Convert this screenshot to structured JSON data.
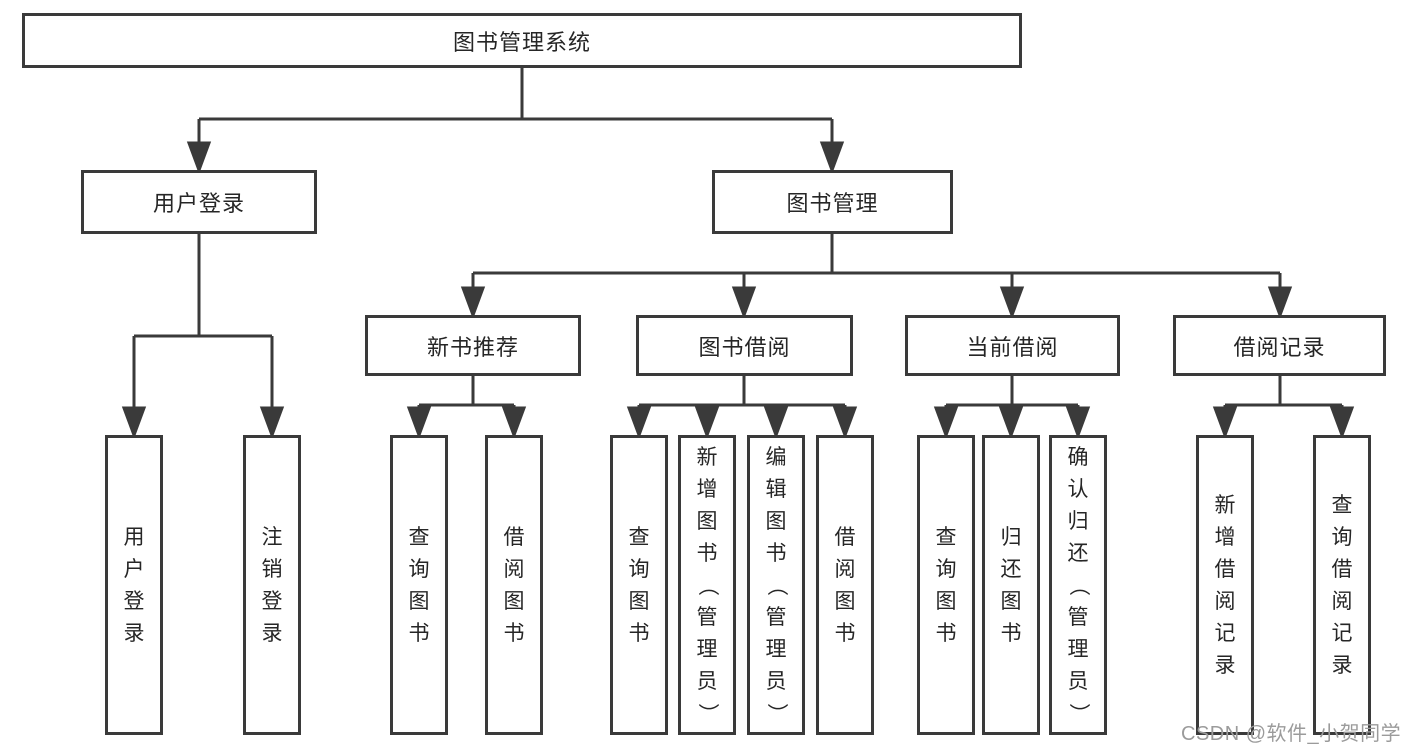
{
  "diagram": {
    "root": "图书管理系统",
    "level2": {
      "user_login": "用户登录",
      "book_management": "图书管理"
    },
    "level3": {
      "new_book_recommend": "新书推荐",
      "book_borrow": "图书借阅",
      "current_borrow": "当前借阅",
      "borrow_records": "借阅记录"
    },
    "leaves": {
      "user_login": [
        "用户登录",
        "注销登录"
      ],
      "new_book_recommend": [
        "查询图书",
        "借阅图书"
      ],
      "book_borrow": [
        "查询图书",
        "新增图书（管理员）",
        "编辑图书（管理员）",
        "借阅图书"
      ],
      "current_borrow": [
        "查询图书",
        "归还图书",
        "确认归还（管理员）"
      ],
      "borrow_records": [
        "新增借阅记录",
        "查询借阅记录"
      ]
    }
  },
  "watermark": {
    "text": "CSDN @软件_小贺同学"
  },
  "colors": {
    "line": "#3a3a3a",
    "box_border": "#3a3a3a",
    "box_background": "#ffffff",
    "text": "#262626",
    "watermark": "#9b9b9b"
  }
}
